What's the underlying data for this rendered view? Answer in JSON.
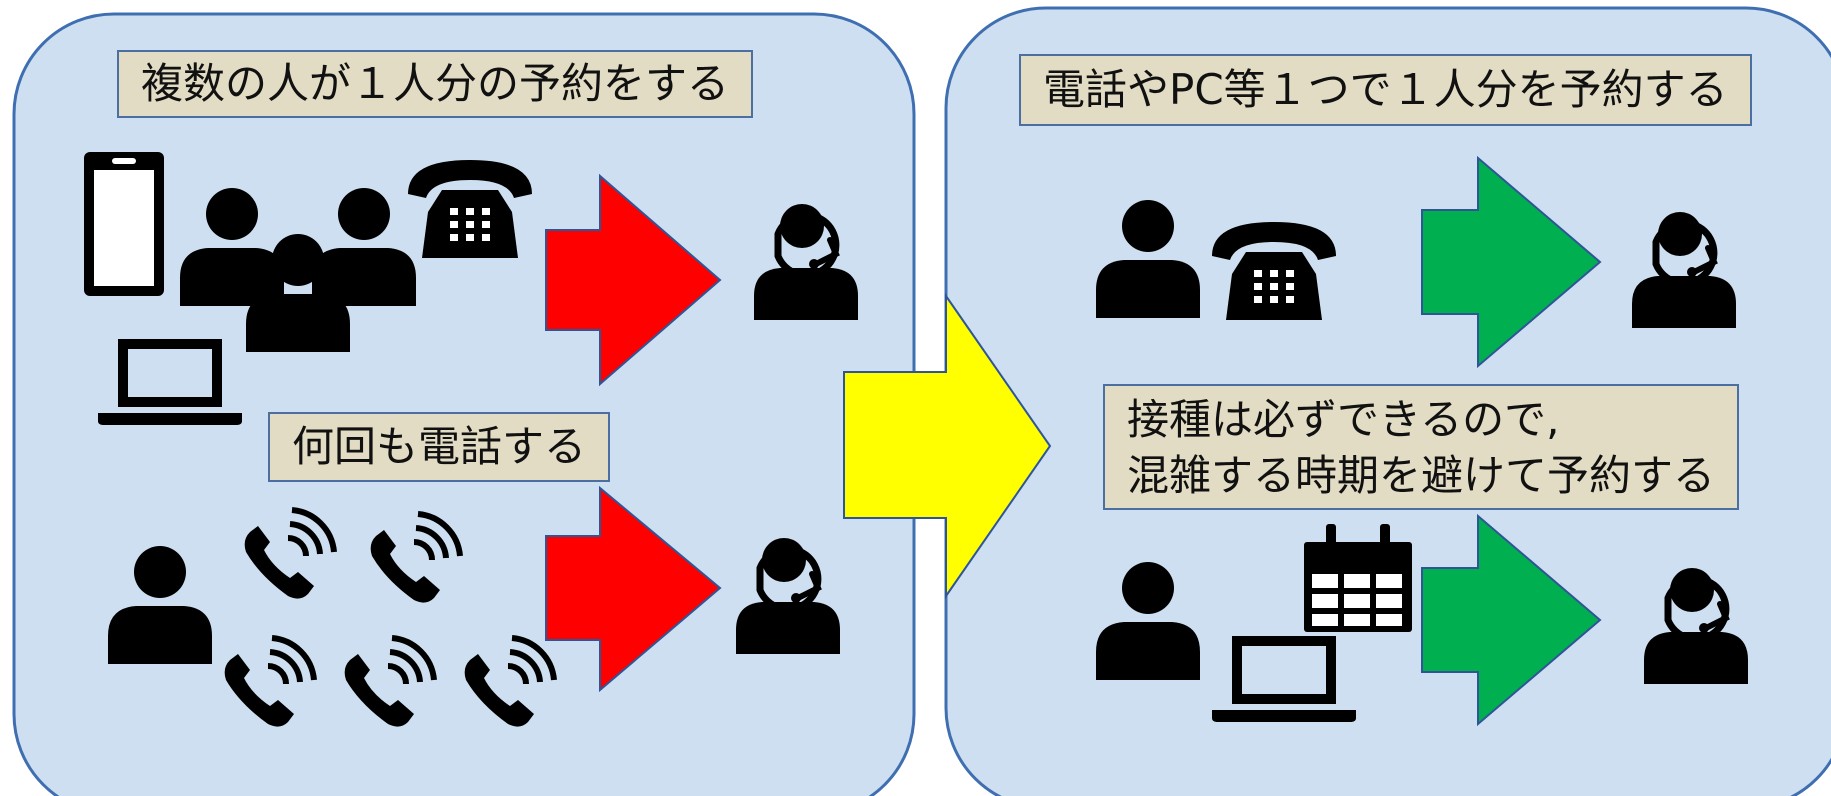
{
  "colors": {
    "panel_fill": "#cddff0",
    "panel_stroke": "#3f6fb0",
    "label_fill": "#e2dcc4",
    "label_stroke": "#4a6fa0",
    "arrow_red": "#ff0000",
    "arrow_green": "#00b050",
    "arrow_yellow": "#ffff00",
    "arrow_stroke": "#2f5597",
    "icon": "#000000"
  },
  "left_panel": {
    "top_label": "複数の人が１人分の予約をする",
    "bottom_label": "何回も電話する"
  },
  "right_panel": {
    "top_label": "電話やPC等１つで１人分を予約する",
    "middle_label_line1": "接種は必ずできるので,",
    "middle_label_line2": "混雑する時期を避けて予約する"
  },
  "icons": {
    "smartphone": "smartphone-icon",
    "people_group": "people-group-icon",
    "desk_phone": "desk-phone-icon",
    "laptop": "laptop-icon",
    "person": "person-icon",
    "ringing_phone": "ringing-phone-icon",
    "operator": "operator-headset-icon",
    "calendar": "calendar-icon"
  }
}
